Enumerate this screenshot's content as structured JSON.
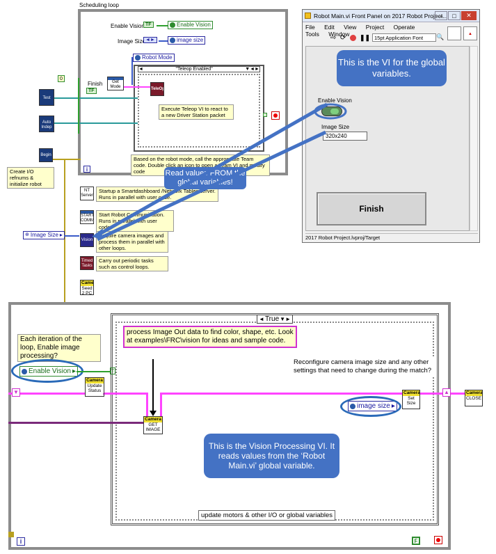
{
  "scheduling": {
    "loop_label": "Scheduling loop",
    "enable_vision_label": "Enable Vision",
    "enable_vision_term": "TF",
    "enable_vision_global": "Enable Vision",
    "image_size_label": "Image Size",
    "image_size_term": "◄►",
    "image_size_global": "image size",
    "robot_mode_global": "Robot Mode",
    "finish_label": "Finish",
    "finish_term": "TF",
    "get_mode_label": "Get Mode",
    "case_selector": "\"Teleop Enabled\"",
    "teleop_icon": "TeleOp",
    "teleop_note": "Execute Teleop VI to react to a new Driver Station packet",
    "robot_mode_note": "Based on the robot mode, call the appropriate Team code. Double click an icon to open a Team VI and modify code",
    "iter_label": "i",
    "test_icon": "Test",
    "auto_icon": "Auto Indep",
    "begin_icon": "Begin",
    "begin_note": "Create I/O refnums & initialize robot",
    "nt_icon": "NT Server",
    "nt_note": "Startup a Smartdashboard /Network Tables server. Runs in parallel with user code.",
    "start_comm_icon": "START COMM",
    "start_comm_note": "Start Robot Communication. Runs in parallel with user code.",
    "image_size_input": "Image Size",
    "vision_icon": "Vision",
    "vision_note": "Acquire camera images and process them in parallel with other loops.",
    "timed_icon": "Timed Tasks",
    "timed_note": "Carry out periodic tasks such as control loops.",
    "camera_small_head": "Camera",
    "camera_small_body": "Seed 2 PC",
    "zero_const": "0"
  },
  "front_panel": {
    "title": "Robot Main.vi Front Panel on 2017 Robot Project...",
    "menu": [
      "File",
      "Edit",
      "View",
      "Project",
      "Operate",
      "Tools",
      "Window"
    ],
    "font_select": "15pt Application Font",
    "enable_vision_label": "Enable Vision",
    "image_size_label": "Image Size",
    "image_size_value": "320x240",
    "finish_button": "Finish",
    "status_path": "2017 Robot Project.lvproj/Target",
    "minimize_glyph": "–",
    "maximize_glyph": "□",
    "close_glyph": "✕"
  },
  "vision": {
    "case_selector": "True",
    "iteration_note": "Each iteration of the loop, Enable image processing?",
    "process_note": "process Image Out data to find color, shape, etc.  Look at examples\\FRC\\vision for ideas and sample code.",
    "enable_vision_global": "Enable Vision",
    "camera_update_head": "Camera",
    "camera_update_body": "Update Status",
    "reconfigure_note": "Reconfigure camera image size and any other settings that need to change during the match?",
    "image_size_global": "image size",
    "camera_set_head": "Camera",
    "camera_set_body": "Set Size",
    "camera_get_head": "Camera",
    "camera_get_body": "GET IMAGE",
    "camera_close_head": "Camera",
    "camera_close_body": "CLOSE",
    "update_note": "update motors & other I/O or global variables",
    "iter_label": "i",
    "stop_term": "F",
    "bool_const": "T"
  },
  "callouts": {
    "global_vi": "This is the VI for the global variables.",
    "read_values": "Read values FROM the global variables!",
    "vision_vi": "This is the Vision Processing VI. It reads values from the ‘Robot Main.vi’ global variable."
  },
  "colors": {
    "callout_blue": "#4472c4",
    "pink_wire": "#ff44ff",
    "purple_wire": "#7a2a7a",
    "global_green": "#2e8b2e",
    "global_blue": "#2a2aa0"
  }
}
